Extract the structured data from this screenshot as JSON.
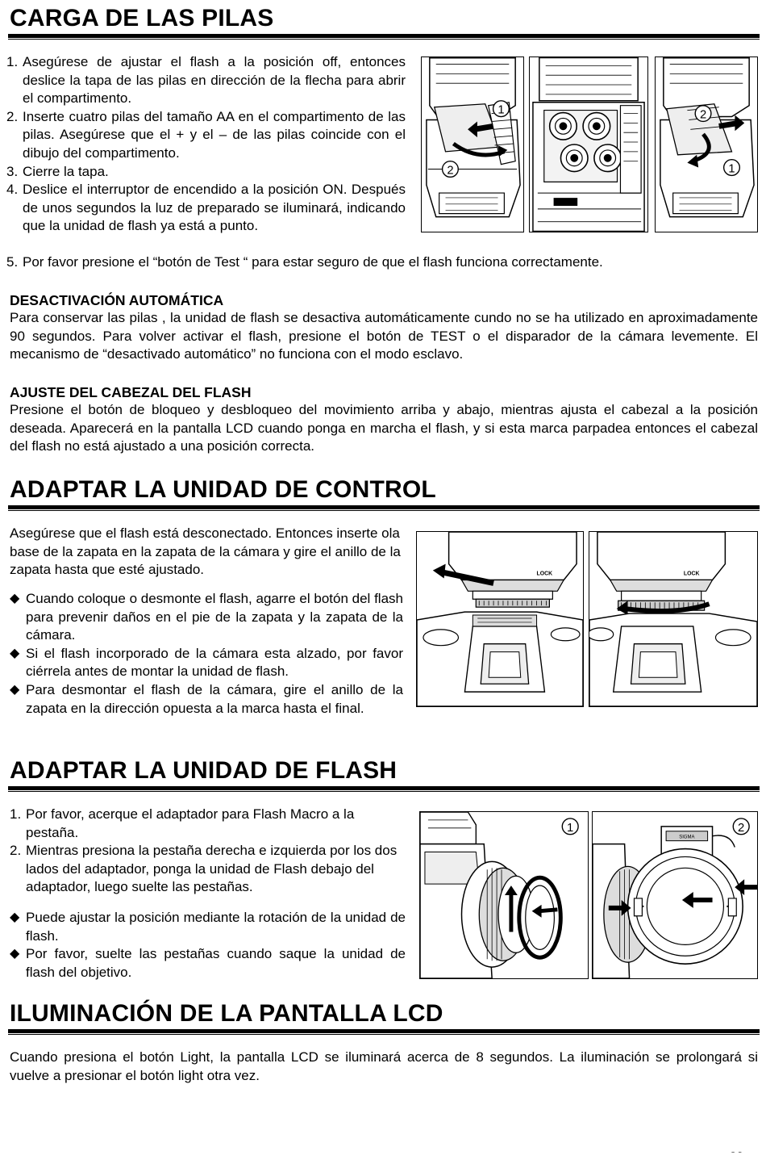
{
  "sections": {
    "carga": {
      "title": "CARGA DE LAS PILAS",
      "steps": [
        {
          "num": "1.",
          "text": "Asegúrese  de ajustar el flash a la posición off, entonces deslice la tapa de las pilas en dirección de la flecha para abrir el  compartimento."
        },
        {
          "num": "2.",
          "text": "Inserte cuatro pilas del tamaño AA en el compartimento de las pilas. Asegúrese que el + y el – de las pilas coincide con el dibujo del compartimento."
        },
        {
          "num": "3.",
          "text": "Cierre la tapa."
        },
        {
          "num": "4.",
          "text": "Deslice el interruptor de encendido a la posición ON. Después de unos segundos la luz de preparado se iluminará, indicando que la unidad de flash ya está a punto."
        },
        {
          "num": "5.",
          "text": "Por favor presione el “botón de Test “ para estar seguro de que el flash funciona correctamente."
        }
      ],
      "fig_labels": [
        "1",
        "2",
        "2",
        "1"
      ]
    },
    "desactivacion": {
      "title": "DESACTIVACIÓN AUTOMÁTICA",
      "text": "Para conservar las pilas , la unidad de flash se desactiva automáticamente cundo no se ha utilizado en aproximadamente 90 segundos. Para volver activar el flash, presione el botón de TEST o el disparador de la cámara levemente. El mecanismo de “desactivado automático” no funciona con el modo esclavo."
    },
    "ajuste": {
      "title": "AJUSTE DEL CABEZAL DEL FLASH",
      "text": "Presione el botón de bloqueo y desbloqueo del movimiento arriba y abajo, mientras ajusta el cabezal a la posición deseada.  Aparecerá en la pantalla LCD cuando ponga en marcha el flash, y si esta marca parpadea entonces el cabezal del flash no está ajustado a una posición correcta."
    },
    "control": {
      "title": "ADAPTAR LA UNIDAD DE CONTROL",
      "intro": "Asegúrese que  el flash está desconectado. Entonces inserte ola base de la zapata en la zapata de la cámara y gire el anillo de la zapata hasta que esté ajustado.",
      "bullet_mark": "◆",
      "bullets": [
        "Cuando coloque o desmonte el flash, agarre el botón del flash para prevenir daños en el pie de la zapata y la zapata de la cámara.",
        "Si el flash incorporado de la cámara esta alzado, por favor ciérrela antes de montar la unidad de flash.",
        "Para desmontar el flash de la cámara, gire el anillo de la zapata en la dirección opuesta a la marca hasta el final."
      ],
      "lock_label": "LOCK"
    },
    "flash": {
      "title": "ADAPTAR LA UNIDAD DE FLASH",
      "steps": [
        {
          "num": "1.",
          "text": "Por favor, acerque el adaptador para Flash Macro a la pestaña."
        },
        {
          "num": "2.",
          "text": "Mientras presiona la pestaña derecha e izquierda por los dos lados del adaptador, ponga la unidad de Flash debajo del adaptador, luego suelte las pestañas."
        }
      ],
      "bullet_mark": "◆",
      "bullets": [
        " Puede ajustar la posición mediante la rotación de la unidad de flash.",
        " Por favor, suelte las pestañas cuando saque la unidad de flash del objetivo."
      ],
      "fig_labels": [
        "1",
        "2"
      ]
    },
    "lcd": {
      "title": "ILUMINACIÓN DE LA PANTALLA LCD",
      "text": "Cuando presiona el botón Light, la pantalla LCD se iluminará acerca de 8 segundos. La iluminación se prolongará si vuelve a presionar el botón light otra vez."
    }
  },
  "page_number": "- -"
}
